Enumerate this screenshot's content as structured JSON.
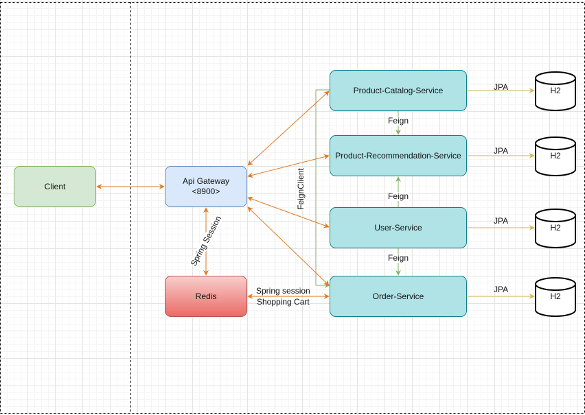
{
  "diagram": {
    "nodes": {
      "client": "Client",
      "gateway_line1": "Api Gateway",
      "gateway_line2": "<8900>",
      "redis": "Redis",
      "product_catalog": "Product-Catalog-Service",
      "product_recommendation": "Product-Recommendation-Service",
      "user_service": "User-Service",
      "order_service": "Order-Service"
    },
    "databases": [
      "H2",
      "H2",
      "H2",
      "H2"
    ],
    "edge_labels": {
      "jpa": [
        "JPA",
        "JPA",
        "JPA",
        "JPA"
      ],
      "feign_catalog_to_reco": "Feign",
      "feign_user_to_reco": "Feign",
      "feign_user_to_order": "Feign",
      "feign_client": "FeignClient",
      "spring_session_gateway_redis": "Spring Session",
      "order_redis_line1": "Spring session",
      "order_redis_line2": "Shopping Cart"
    },
    "colors": {
      "orange_edge": "#e07a1f",
      "green_edge": "#82b366",
      "jpa_edge": "#d6b656",
      "service_fill": "#b0e3e6",
      "service_border": "#0e8088"
    }
  }
}
